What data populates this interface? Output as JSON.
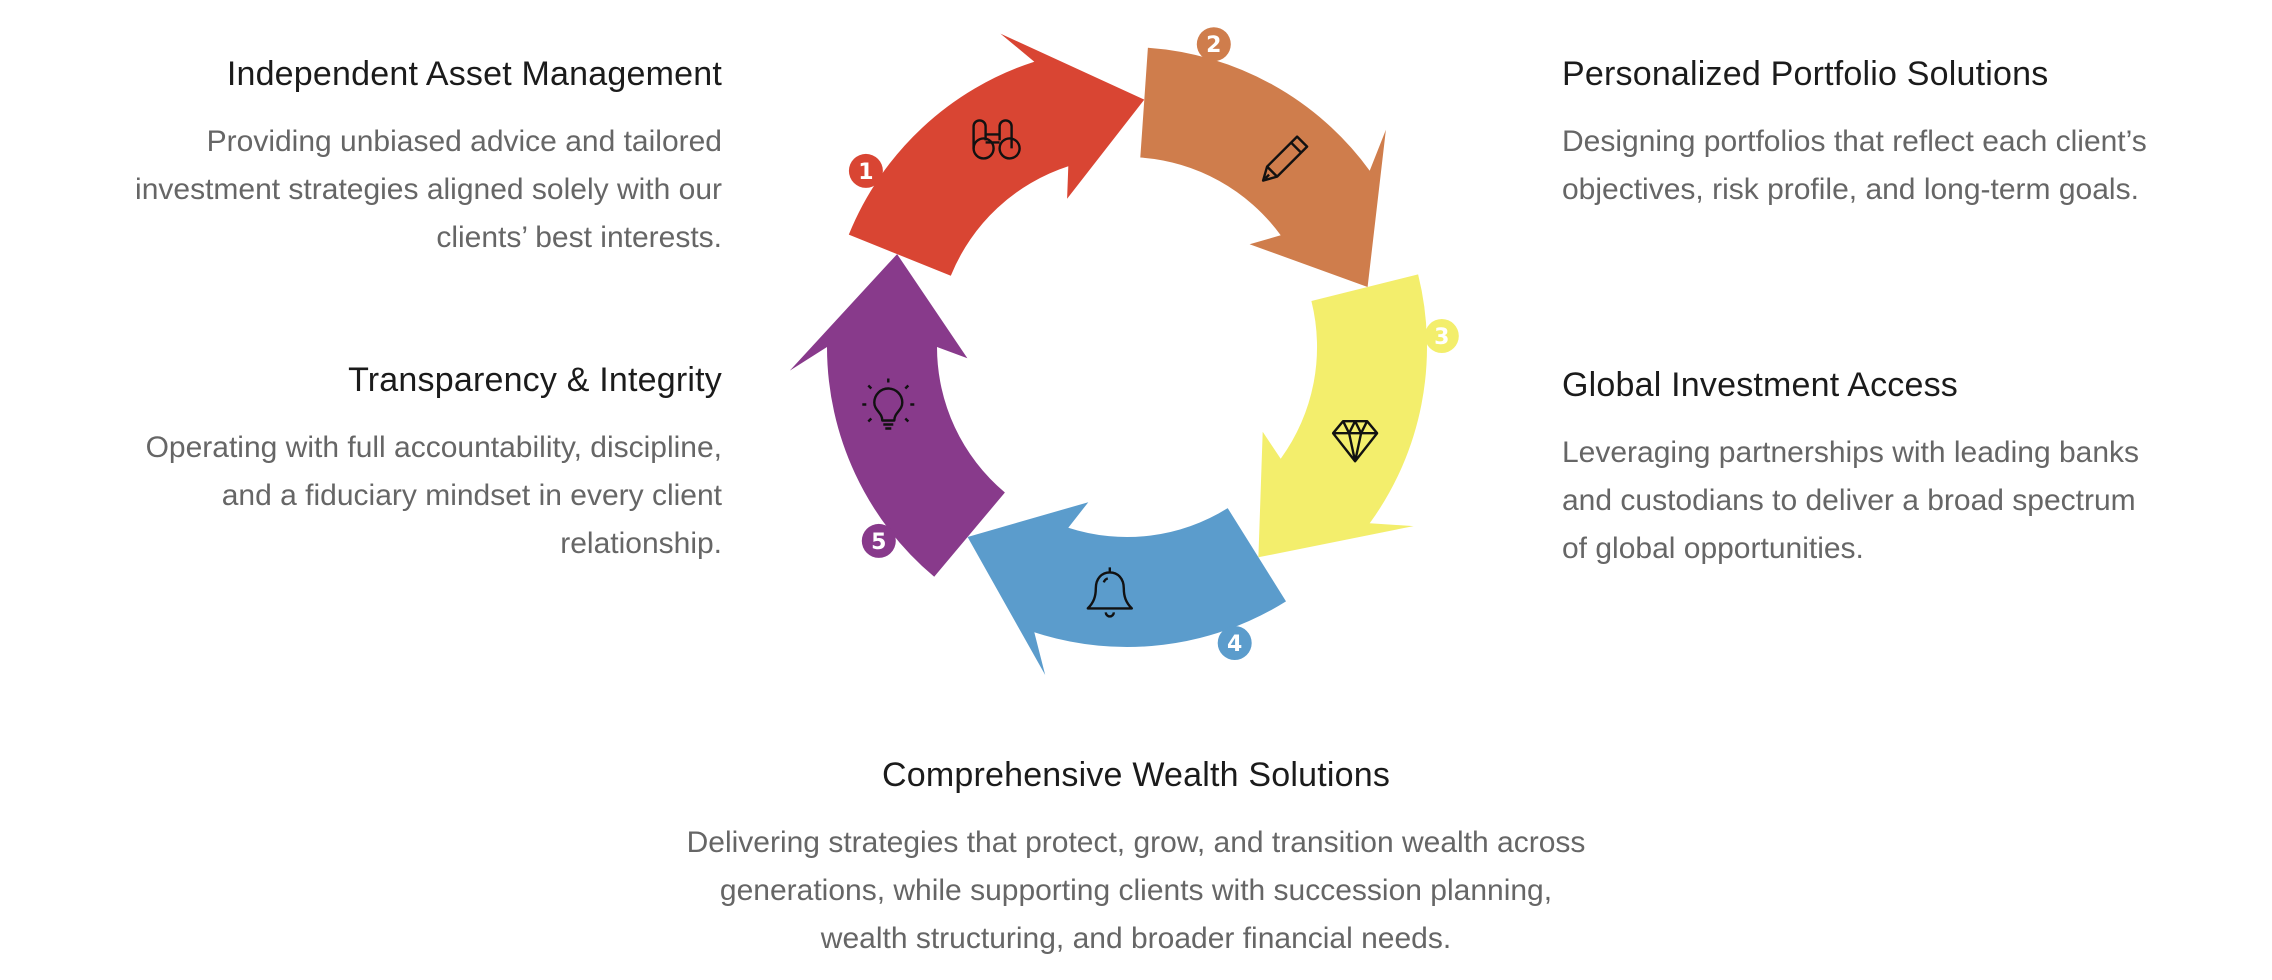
{
  "steps": [
    {
      "number": "1",
      "color": "#d94533",
      "icon": "binoculars-icon",
      "heading": "Independent Asset Management",
      "lines": [
        "Providing unbiased advice and tailored",
        "investment strategies aligned solely with our",
        "clients’ best interests."
      ]
    },
    {
      "number": "2",
      "color": "#cf7d4c",
      "icon": "pencil-icon",
      "heading": "Personalized Portfolio Solutions",
      "lines": [
        "Designing portfolios that reflect each client’s",
        "objectives, risk profile, and long-term goals."
      ]
    },
    {
      "number": "3",
      "color": "#f3ee6c",
      "icon": "diamond-icon",
      "heading": "Global Investment Access",
      "lines": [
        "Leveraging partnerships with leading banks",
        "and custodians to deliver a broad spectrum",
        "of global opportunities."
      ]
    },
    {
      "number": "4",
      "color": "#5b9ccc",
      "icon": "bell-icon",
      "heading": "Comprehensive Wealth Solutions",
      "lines": [
        "Delivering strategies that protect, grow, and transition wealth across",
        "generations, while supporting clients with succession planning,",
        "wealth structuring, and broader financial needs."
      ]
    },
    {
      "number": "5",
      "color": "#883a8b",
      "icon": "lightbulb-icon",
      "heading": "Transparency & Integrity",
      "lines": [
        "Operating with full accountability, discipline,",
        "and a fiduciary mindset in every client",
        "relationship."
      ]
    }
  ]
}
